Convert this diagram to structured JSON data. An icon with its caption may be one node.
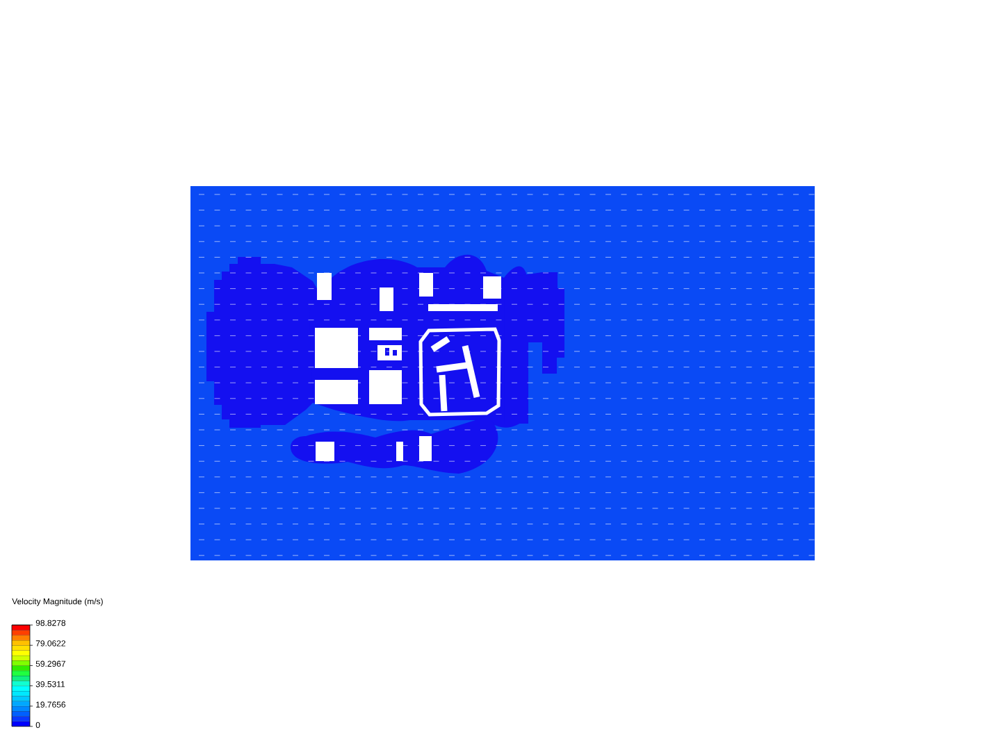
{
  "diagram": {
    "title": "Velocity Magnitude (m/s)",
    "labels": [
      "98.8278",
      "79.0622",
      "59.2967",
      "39.5311",
      "19.7656",
      "0"
    ]
  }
}
